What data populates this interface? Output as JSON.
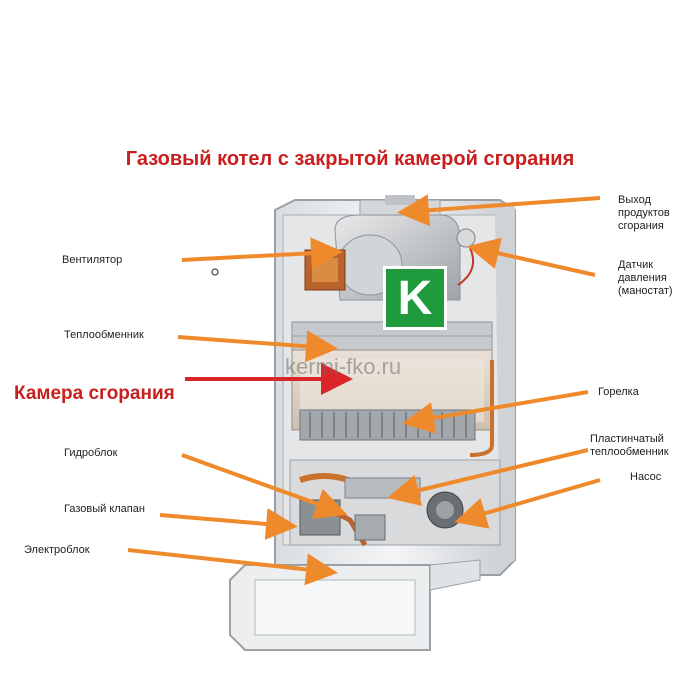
{
  "title": "Газовый котел с закрытой камерой сгорания",
  "labels": {
    "ventilator": "Вентилятор",
    "heat_exchanger": "Теплообменник",
    "camera": "Камера сгорания",
    "hydroblock": "Гидроблок",
    "gas_valve": "Газовый клапан",
    "electroblock": "Электроблок",
    "exhaust": "Выход\nпродуктов\nсгорания",
    "pressure_sensor": "Датчик\nдавления\n(маностат)",
    "burner": "Горелка",
    "plate_exchanger": "Пластинчатый\nтеплообменник",
    "pump": "Насос"
  },
  "watermark": "kermi-fko.ru",
  "logo_letter": "K",
  "colors": {
    "title": "#c8201e",
    "arrow": "#ef8a2c",
    "red_arrow": "#d8262a",
    "logo": "#1f9a3c"
  }
}
